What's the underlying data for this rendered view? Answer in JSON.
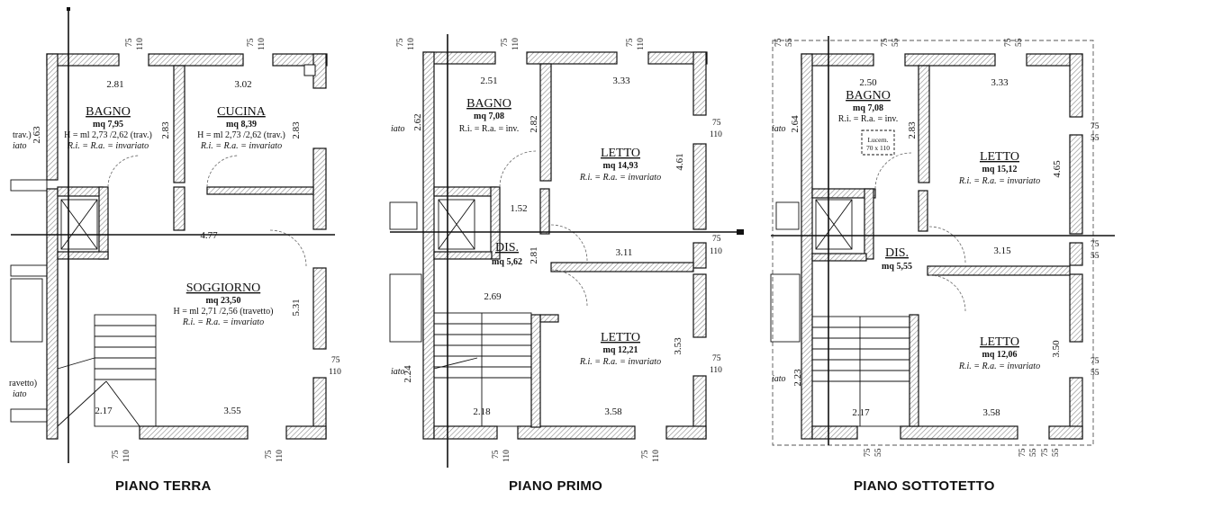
{
  "plans": [
    {
      "caption": "PIANO TERRA",
      "rooms": [
        {
          "name": "BAGNO",
          "area": "mq 7,95",
          "lines": [
            "H = ml 2,73 /2,62 (trav.)",
            "R.i. = R.a. = invariato"
          ]
        },
        {
          "name": "CUCINA",
          "area": "mq 8,39",
          "lines": [
            "H = ml 2,73 /2,62 (trav.)",
            "R.i. = R.a. = invariato"
          ]
        },
        {
          "name": "SOGGIORNO",
          "area": "mq 23,50",
          "lines": [
            "H = ml 2,71 /2,56 (travetto)",
            "R.i. = R.a. = invariato"
          ]
        }
      ],
      "dimensions": [
        "2.81",
        "3.02",
        "2.63",
        "2.83",
        "2.83",
        "4.77",
        "5.31",
        "2.17",
        "3.55"
      ],
      "window_marks": [
        [
          "75",
          "110"
        ],
        [
          "75",
          "110"
        ],
        [
          "75",
          "110"
        ],
        [
          "75",
          "110"
        ],
        [
          "75",
          "110"
        ]
      ],
      "fragments": [
        "trav.)",
        "iato",
        "ravetto)",
        "iato"
      ]
    },
    {
      "caption": "PIANO PRIMO",
      "rooms": [
        {
          "name": "BAGNO",
          "area": "mq 7,08",
          "lines": [
            "R.i. = R.a. = inv."
          ]
        },
        {
          "name": "LETTO",
          "area": "mq 14,93",
          "lines": [
            "R.i. = R.a. = invariato"
          ]
        },
        {
          "name": "DIS.",
          "area": "mq 5,62",
          "lines": []
        },
        {
          "name": "LETTO",
          "area": "mq 12,21",
          "lines": [
            "R.i. = R.a. = invariato"
          ]
        }
      ],
      "dimensions": [
        "2.51",
        "3.33",
        "2.62",
        "2.82",
        "4.61",
        "1.52",
        "3.11",
        "2.81",
        "2.69",
        "3.53",
        "2.24",
        "2.18",
        "3.58"
      ],
      "window_marks": [
        [
          "75",
          "110"
        ],
        [
          "75",
          "110"
        ],
        [
          "75",
          "110"
        ],
        [
          "75",
          "110"
        ],
        [
          "75",
          "110"
        ],
        [
          "75",
          "110"
        ],
        [
          "75",
          "110"
        ],
        [
          "75",
          "110"
        ]
      ],
      "fragments": [
        "iato",
        "iato"
      ]
    },
    {
      "caption": "PIANO SOTTOTETTO",
      "rooms": [
        {
          "name": "BAGNO",
          "area": "mq 7,08",
          "lines": [
            "R.i. = R.a. = inv."
          ]
        },
        {
          "name": "LETTO",
          "area": "mq 15,12",
          "lines": [
            "R.i. = R.a. = invariato"
          ]
        },
        {
          "name": "DIS.",
          "area": "mq 5,55",
          "lines": []
        },
        {
          "name": "LETTO",
          "area": "mq 12,06",
          "lines": [
            "R.i. = R.a. = invariato"
          ]
        }
      ],
      "skylight": [
        "Lucern.",
        "70 x 110"
      ],
      "dimensions": [
        "2.50",
        "3.33",
        "2.64",
        "2.83",
        "4.65",
        "3.15",
        "3.50",
        "2.23",
        "2.17",
        "3.58"
      ],
      "window_marks": [
        [
          "75",
          "55"
        ],
        [
          "75",
          "55"
        ],
        [
          "75",
          "55"
        ],
        [
          "75",
          "55"
        ],
        [
          "75",
          "55"
        ],
        [
          "75",
          "55"
        ],
        [
          "75",
          "55"
        ],
        [
          "75",
          "55"
        ],
        [
          "75",
          "55"
        ]
      ],
      "fragments": [
        "iato",
        "iato"
      ]
    }
  ]
}
